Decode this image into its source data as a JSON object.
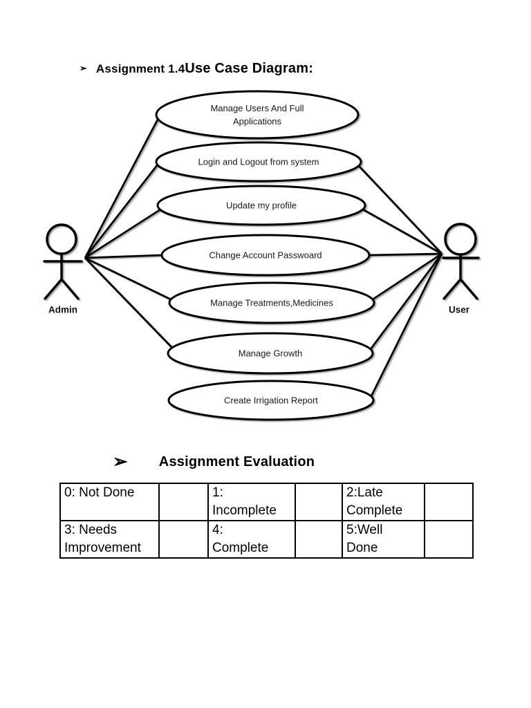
{
  "title": {
    "bullet_glyph": "➢",
    "part1": "Assignment 1.4",
    "part2": "Use Case Diagram:"
  },
  "diagram": {
    "actors": [
      {
        "id": "admin",
        "label": "Admin"
      },
      {
        "id": "user",
        "label": "User"
      }
    ],
    "use_cases": [
      {
        "label": "Manage Users And Full\nApplications"
      },
      {
        "label": "Login and Logout from system"
      },
      {
        "label": "Update my profile"
      },
      {
        "label": "Change Account Passwoard"
      },
      {
        "label": "Manage Treatments,Medicines"
      },
      {
        "label": "Manage Growth"
      },
      {
        "label": "Create Irrigation Report"
      }
    ],
    "connections": {
      "admin": [
        "Manage Users And Full Applications",
        "Login and Logout from system",
        "Update my profile",
        "Change Account Passwoard",
        "Manage Treatments,Medicines",
        "Manage Growth"
      ],
      "user": [
        "Login and Logout from system",
        "Update my profile",
        "Change Account Passwoard",
        "Manage Treatments,Medicines",
        "Manage Growth",
        "Create Irrigation Report"
      ]
    }
  },
  "evaluation": {
    "bullet_glyph": "➢",
    "heading": "Assignment Evaluation",
    "table": {
      "rows": [
        [
          "0: Not Done",
          "",
          "1:\nIncomplete",
          "",
          "2:Late\nComplete",
          ""
        ],
        [
          "3: Needs\nImprovement",
          "",
          "4:\nComplete",
          "",
          "5:Well\nDone",
          ""
        ]
      ]
    }
  },
  "colors": {
    "ink": "#000000",
    "background": "#ffffff"
  }
}
